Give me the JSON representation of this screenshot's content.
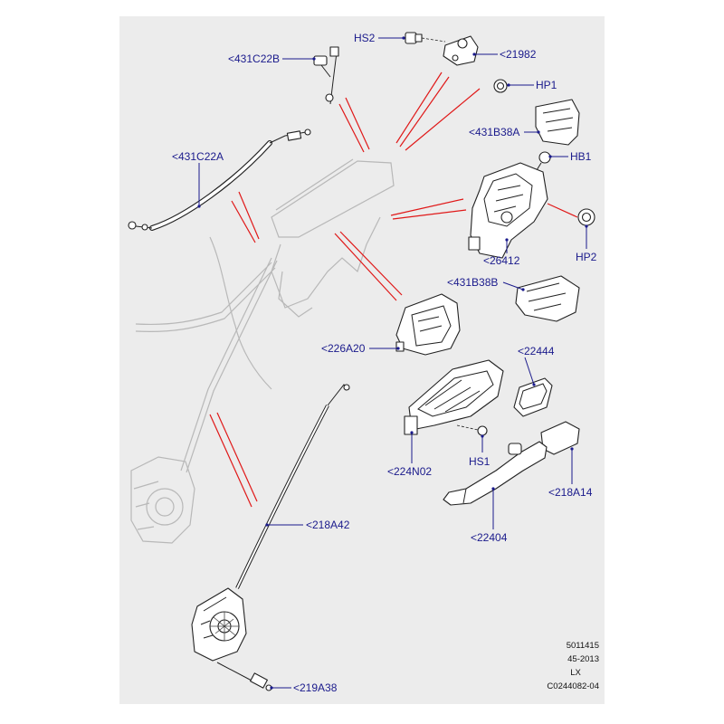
{
  "labels": {
    "l431C22B": "<431C22B",
    "HS2": "HS2",
    "l21982": "<21982",
    "HP1": "HP1",
    "l431B38A": "<431B38A",
    "HB1": "HB1",
    "l431C22A": "<431C22A",
    "l26412": "<26412",
    "HP2": "HP2",
    "l431B38B": "<431B38B",
    "l226A20": "<226A20",
    "l22444": "<22444",
    "l224N02": "<224N02",
    "HS1": "HS1",
    "l218A14": "<218A14",
    "l22404": "<22404",
    "l218A42": "<218A42",
    "l219A38": "<219A38"
  },
  "footer": {
    "line1": "5011415",
    "line2": "45-2013",
    "line3": "LX",
    "line4": "C0244082-04"
  },
  "colors": {
    "label_text": "#1a1a8c",
    "indicator_lines": "#e01818",
    "background_panel": "#ececec"
  }
}
